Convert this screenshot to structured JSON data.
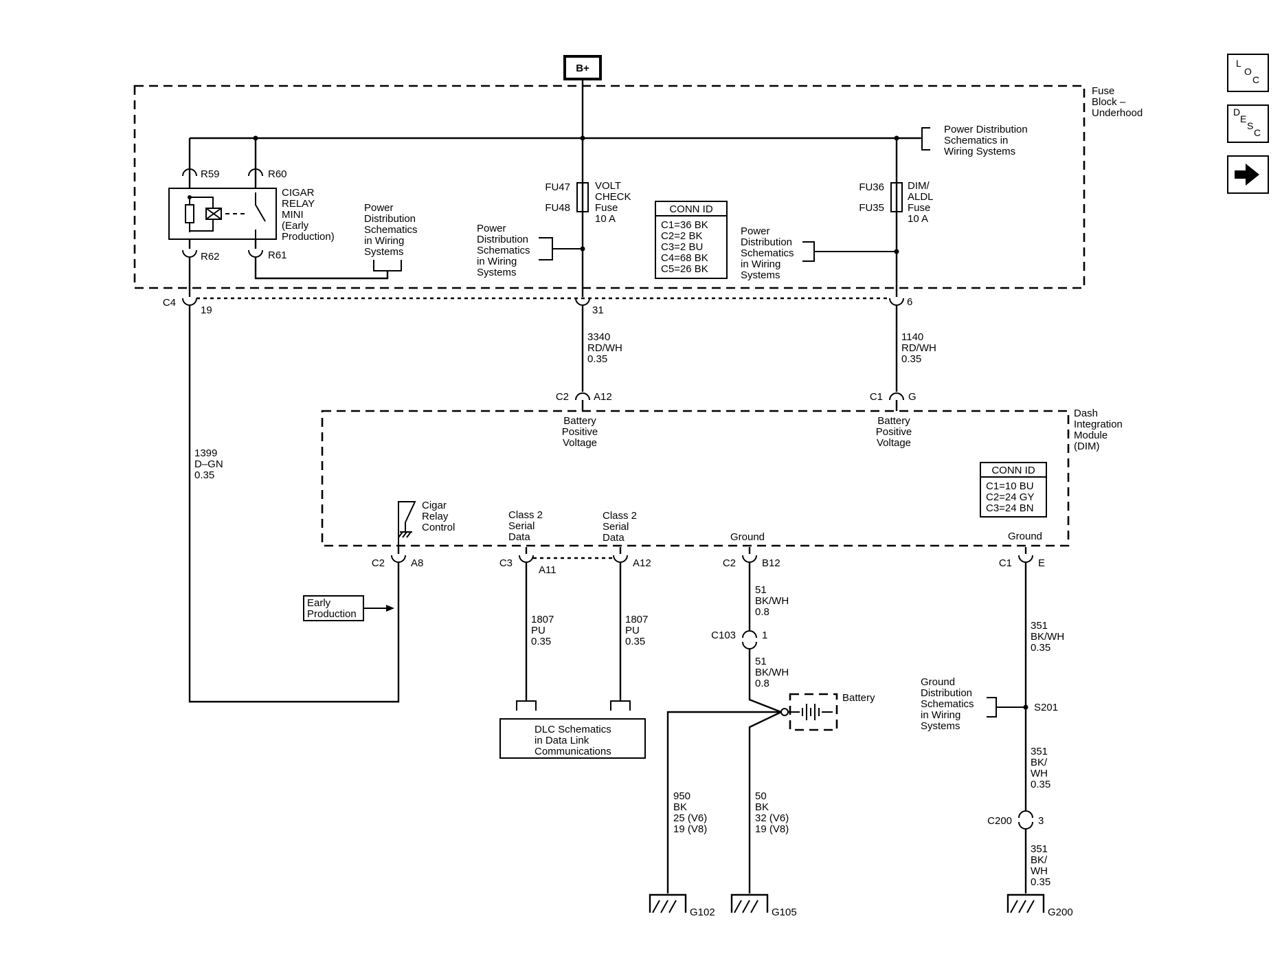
{
  "nav": {
    "loc": [
      "L",
      "O",
      "C"
    ],
    "desc": [
      "D",
      "E",
      "S",
      "C"
    ],
    "next": "next-arrow"
  },
  "bplus": "B+",
  "fuse_block": {
    "title": [
      "Fuse",
      "Block –",
      "Underhood"
    ]
  },
  "power_dist": [
    "Power",
    "Distribution",
    "Schematics",
    "in Wiring",
    "Systems"
  ],
  "power_dist_top": [
    "Power Distribution",
    "Schematics in",
    "Wiring Systems"
  ],
  "relay": {
    "terminals": {
      "r59": "R59",
      "r60": "R60",
      "r62": "R62",
      "r61": "R61"
    },
    "label": [
      "CIGAR",
      "RELAY",
      "MINI",
      "(Early",
      "Production)"
    ]
  },
  "fuse_volt": {
    "fu47": "FU47",
    "fu48": "FU48",
    "label": [
      "VOLT",
      "CHECK",
      "Fuse",
      "10 A"
    ]
  },
  "fuse_dim": {
    "fu36": "FU36",
    "fu35": "FU35",
    "label": [
      "DIM/",
      "ALDL",
      "Fuse",
      "10 A"
    ]
  },
  "conn_id_fuse": {
    "title": "CONN ID",
    "rows": [
      "C1=36 BK",
      "C2=2 BK",
      "C3=2 BU",
      "C4=68 BK",
      "C5=26 BK"
    ]
  },
  "conn_id_dim": {
    "title": "CONN ID",
    "rows": [
      "C1=10 BU",
      "C2=24 GY",
      "C3=24 BN"
    ]
  },
  "fuse_pins": {
    "c4": "C4",
    "p19": "19",
    "p31": "31",
    "p6": "6"
  },
  "wires": {
    "w3340": [
      "3340",
      "RD/WH",
      "0.35"
    ],
    "w1140": [
      "1140",
      "RD/WH",
      "0.35"
    ],
    "w1399": [
      "1399",
      "D–GN",
      "0.35"
    ],
    "w1807a": [
      "1807",
      "PU",
      "0.35"
    ],
    "w1807b": [
      "1807",
      "PU",
      "0.35"
    ],
    "w51a": [
      "51",
      "BK/WH",
      "0.8"
    ],
    "w51b": [
      "51",
      "BK/WH",
      "0.8"
    ],
    "w950": [
      "950",
      "BK",
      "25 (V6)",
      "19 (V8)"
    ],
    "w50": [
      "50",
      "BK",
      "32 (V6)",
      "19 (V8)"
    ],
    "w351a": [
      "351",
      "BK/WH",
      "0.35"
    ],
    "w351b": [
      "351",
      "BK/",
      "WH",
      "0.35"
    ],
    "w351c": [
      "351",
      "BK/",
      "WH",
      "0.35"
    ]
  },
  "dim_pins_top": {
    "c2": "C2",
    "a12": "A12",
    "c1": "C1",
    "g": "G"
  },
  "dim": {
    "title": [
      "Dash",
      "Integration",
      "Module",
      "(DIM)"
    ],
    "bpv": [
      "Battery",
      "Positive",
      "Voltage"
    ],
    "cigar_ctrl": [
      "Cigar",
      "Relay",
      "Control"
    ],
    "serial": [
      "Class 2",
      "Serial",
      "Data"
    ],
    "ground": "Ground"
  },
  "dim_pins_bottom": {
    "c2a": "C2",
    "a8": "A8",
    "c3": "C3",
    "a11": "A11",
    "a12": "A12",
    "c2b": "C2",
    "b12": "B12",
    "c1": "C1",
    "e": "E"
  },
  "early_prod": [
    "Early",
    "Production"
  ],
  "dlc": [
    "DLC Schematics",
    "in Data Link",
    "Communications"
  ],
  "c103": {
    "name": "C103",
    "pin": "1"
  },
  "battery": "Battery",
  "ground_dist": [
    "Ground",
    "Distribution",
    "Schematics",
    "in Wiring",
    "Systems"
  ],
  "splice": "S201",
  "c200": {
    "name": "C200",
    "pin": "3"
  },
  "grounds": {
    "g102": "G102",
    "g105": "G105",
    "g200": "G200"
  }
}
